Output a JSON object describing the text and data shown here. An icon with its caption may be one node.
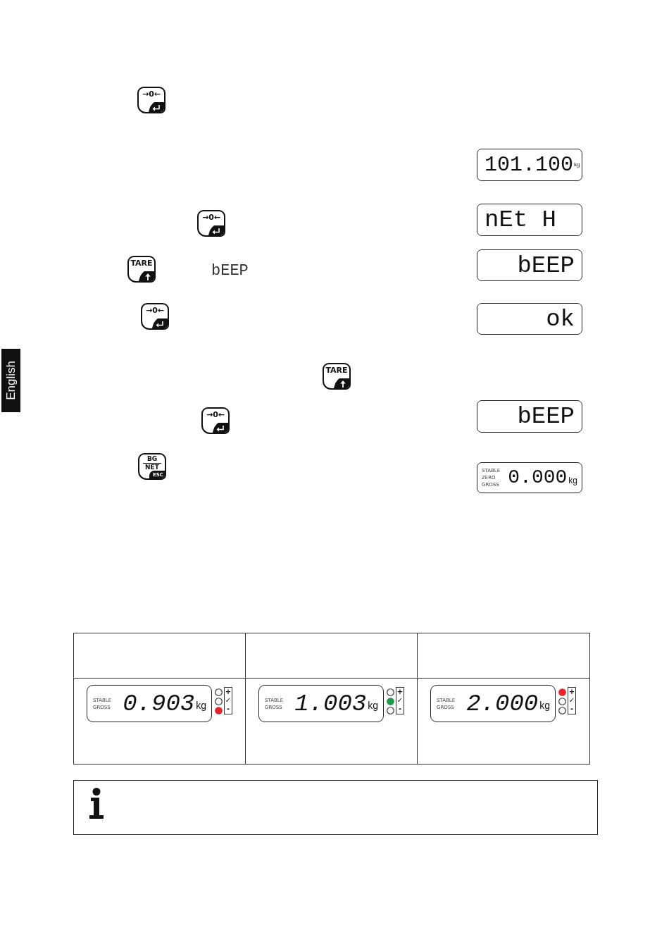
{
  "diagram": {
    "nodes": [
      {
        "text": [
          "→0←"
        ]
      },
      {
        "text": [
          "101.100",
          "kg"
        ]
      },
      {
        "text": [
          "→0←"
        ]
      },
      {
        "text": [
          "nEt H"
        ]
      },
      {
        "text": [
          "TARE"
        ]
      },
      {
        "text": [
          "bEEP"
        ]
      },
      {
        "text": [
          "→0←"
        ]
      },
      {
        "text": [
          "ok"
        ]
      },
      {
        "text": [
          "English"
        ]
      },
      {
        "text": [
          "TARE"
        ]
      },
      {
        "text": [
          "→0←"
        ]
      },
      {
        "text": [
          "bEEP"
        ]
      },
      {
        "text": [
          "BG",
          "NET",
          "ESC"
        ]
      },
      {
        "text": [
          "STABLE",
          "ZERO",
          "GROSS",
          "0.000",
          "kg"
        ]
      },
      {
        "text": [
          "STABLE",
          "GROSS",
          "0.903",
          "kg"
        ],
        "beside": [
          "+",
          "✓",
          "-"
        ]
      },
      {
        "text": [
          "STABLE",
          "GROSS",
          "1.003",
          "kg"
        ],
        "beside": [
          "+",
          "✓",
          "-"
        ]
      },
      {
        "text": [
          "STABLE",
          "GROSS",
          "2.000",
          "kg"
        ],
        "beside": [
          "+",
          "✓",
          "-"
        ]
      }
    ],
    "labels": [
      "bEEP"
    ]
  }
}
